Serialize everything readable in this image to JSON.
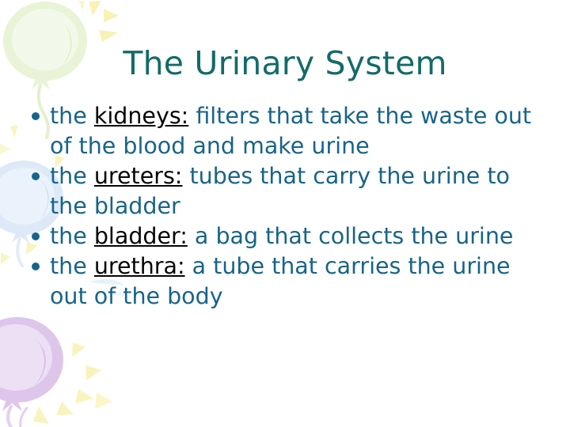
{
  "slide": {
    "title": "The Urinary System",
    "background_color": "#ffffff",
    "title_color": "#136b68",
    "body_color": "#176489",
    "term_color": "#050505",
    "bullets": [
      {
        "lead": "the",
        "term": "kidneys:",
        "description": "filters that take the waste out of the blood and make urine"
      },
      {
        "lead": "the",
        "term": "ureters:",
        "description": "tubes that carry the urine to the bladder"
      },
      {
        "lead": "the",
        "term": "bladder:",
        "description": "a bag that collects the urine"
      },
      {
        "lead": "the",
        "term": "urethra:",
        "description": "a tube that carries the urine out of the body"
      }
    ]
  },
  "decorations": {
    "balloons": [
      {
        "name": "green-balloon",
        "color": "#e9f3d6"
      },
      {
        "name": "blue-balloon",
        "color": "#dde9f6"
      },
      {
        "name": "purple-balloon",
        "color": "#ddc6ea"
      }
    ],
    "sparkle_color": "#f8f2b4"
  }
}
